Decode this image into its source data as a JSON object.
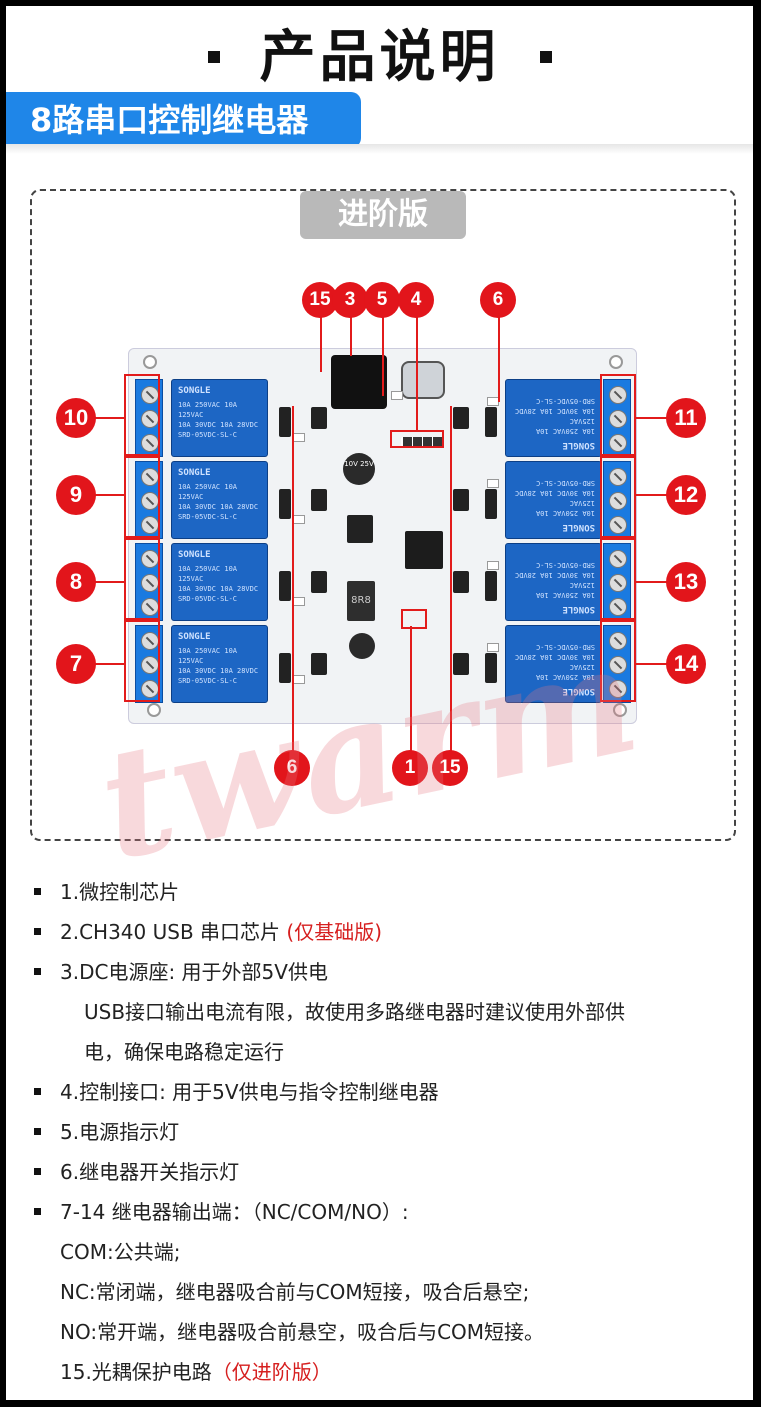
{
  "title": "产品说明",
  "banner": "8路串口控制继电器",
  "badge": "进阶版",
  "relay": {
    "brand": "SONGLE",
    "spec_lines": [
      "10A 250VAC  10A 125VAC",
      "10A 30VDC   10A 28VDC"
    ],
    "model": "SRD-05VDC-SL-C"
  },
  "chips": {
    "inductor": "8R8",
    "cap": "10V 25V"
  },
  "callouts": {
    "c1": "1",
    "c3": "3",
    "c4": "4",
    "c5": "5",
    "c6a": "6",
    "c6b": "6",
    "c7": "7",
    "c8": "8",
    "c9": "9",
    "c10": "10",
    "c11": "11",
    "c12": "12",
    "c13": "13",
    "c14": "14",
    "c15a": "15",
    "c15b": "15"
  },
  "watermark": "twarm",
  "items": [
    {
      "text": "1.微控制芯片",
      "note": ""
    },
    {
      "text": "2.CH340 USB 串口芯片 ",
      "note": "(仅基础版)"
    },
    {
      "text": "3.DC电源座: 用于外部5V供电",
      "note": ""
    },
    {
      "text": "4.控制接口: 用于5V供电与指令控制继电器",
      "note": ""
    },
    {
      "text": "5.电源指示灯",
      "note": ""
    },
    {
      "text": "6.继电器开关指示灯",
      "note": ""
    },
    {
      "text": "7-14 继电器输出端：（NC/COM/NO）:",
      "note": ""
    }
  ],
  "item3_sub": [
    "USB接口输出电流有限，故使用多路继电器时建议使用外部供",
    "电，确保电路稳定运行"
  ],
  "item7_sub": [
    "COM:公共端;",
    "NC:常闭端，继电器吸合前与COM短接，吸合后悬空;",
    "NO:常开端，继电器吸合前悬空，吸合后与COM短接。"
  ],
  "item15": {
    "text": "15.光耦保护电路",
    "note": "（仅进阶版）"
  },
  "colors": {
    "accent_blue": "#1f86e8",
    "callout_red": "#e2151b",
    "relay_blue": "#1d66c4"
  }
}
